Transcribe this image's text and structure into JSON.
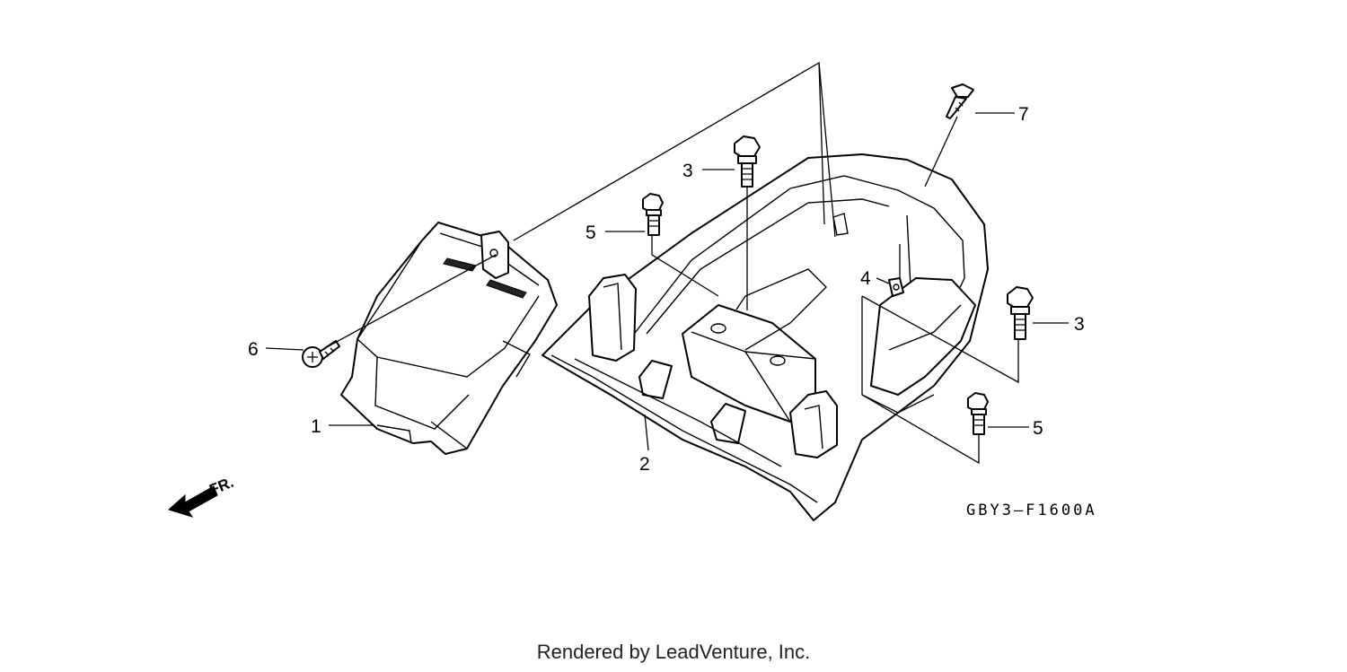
{
  "callouts": {
    "c1": "1",
    "c2": "2",
    "c3a": "3",
    "c3b": "3",
    "c4": "4",
    "c5a": "5",
    "c5b": "5",
    "c6": "6",
    "c7": "7"
  },
  "direction_label": "FR.",
  "diagram_code": "GBY3–F1600A",
  "credit": "Rendered by LeadVenture, Inc."
}
